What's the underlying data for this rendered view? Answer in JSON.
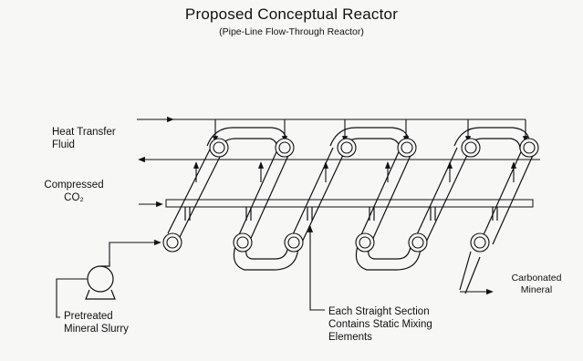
{
  "title": "Proposed Conceptual Reactor",
  "subtitle": "(Pipe-Line Flow-Through Reactor)",
  "labels": {
    "heat_transfer_line1": "Heat Transfer",
    "heat_transfer_line2": "Fluid",
    "co2_line1": "Compressed",
    "co2_line2": "CO₂",
    "slurry_line1": "Pretreated",
    "slurry_line2": "Mineral Slurry",
    "mixing_line1": "Each Straight Section",
    "mixing_line2": "Contains Static Mixing",
    "mixing_line3": "Elements",
    "carbonated_line1": "Carbonated",
    "carbonated_line2": "Mineral"
  },
  "colors": {
    "ink": "#111111",
    "paper": "#f7f7f6"
  },
  "icons": [
    "pump-icon",
    "flange-icon",
    "flow-arrow-icon"
  ]
}
